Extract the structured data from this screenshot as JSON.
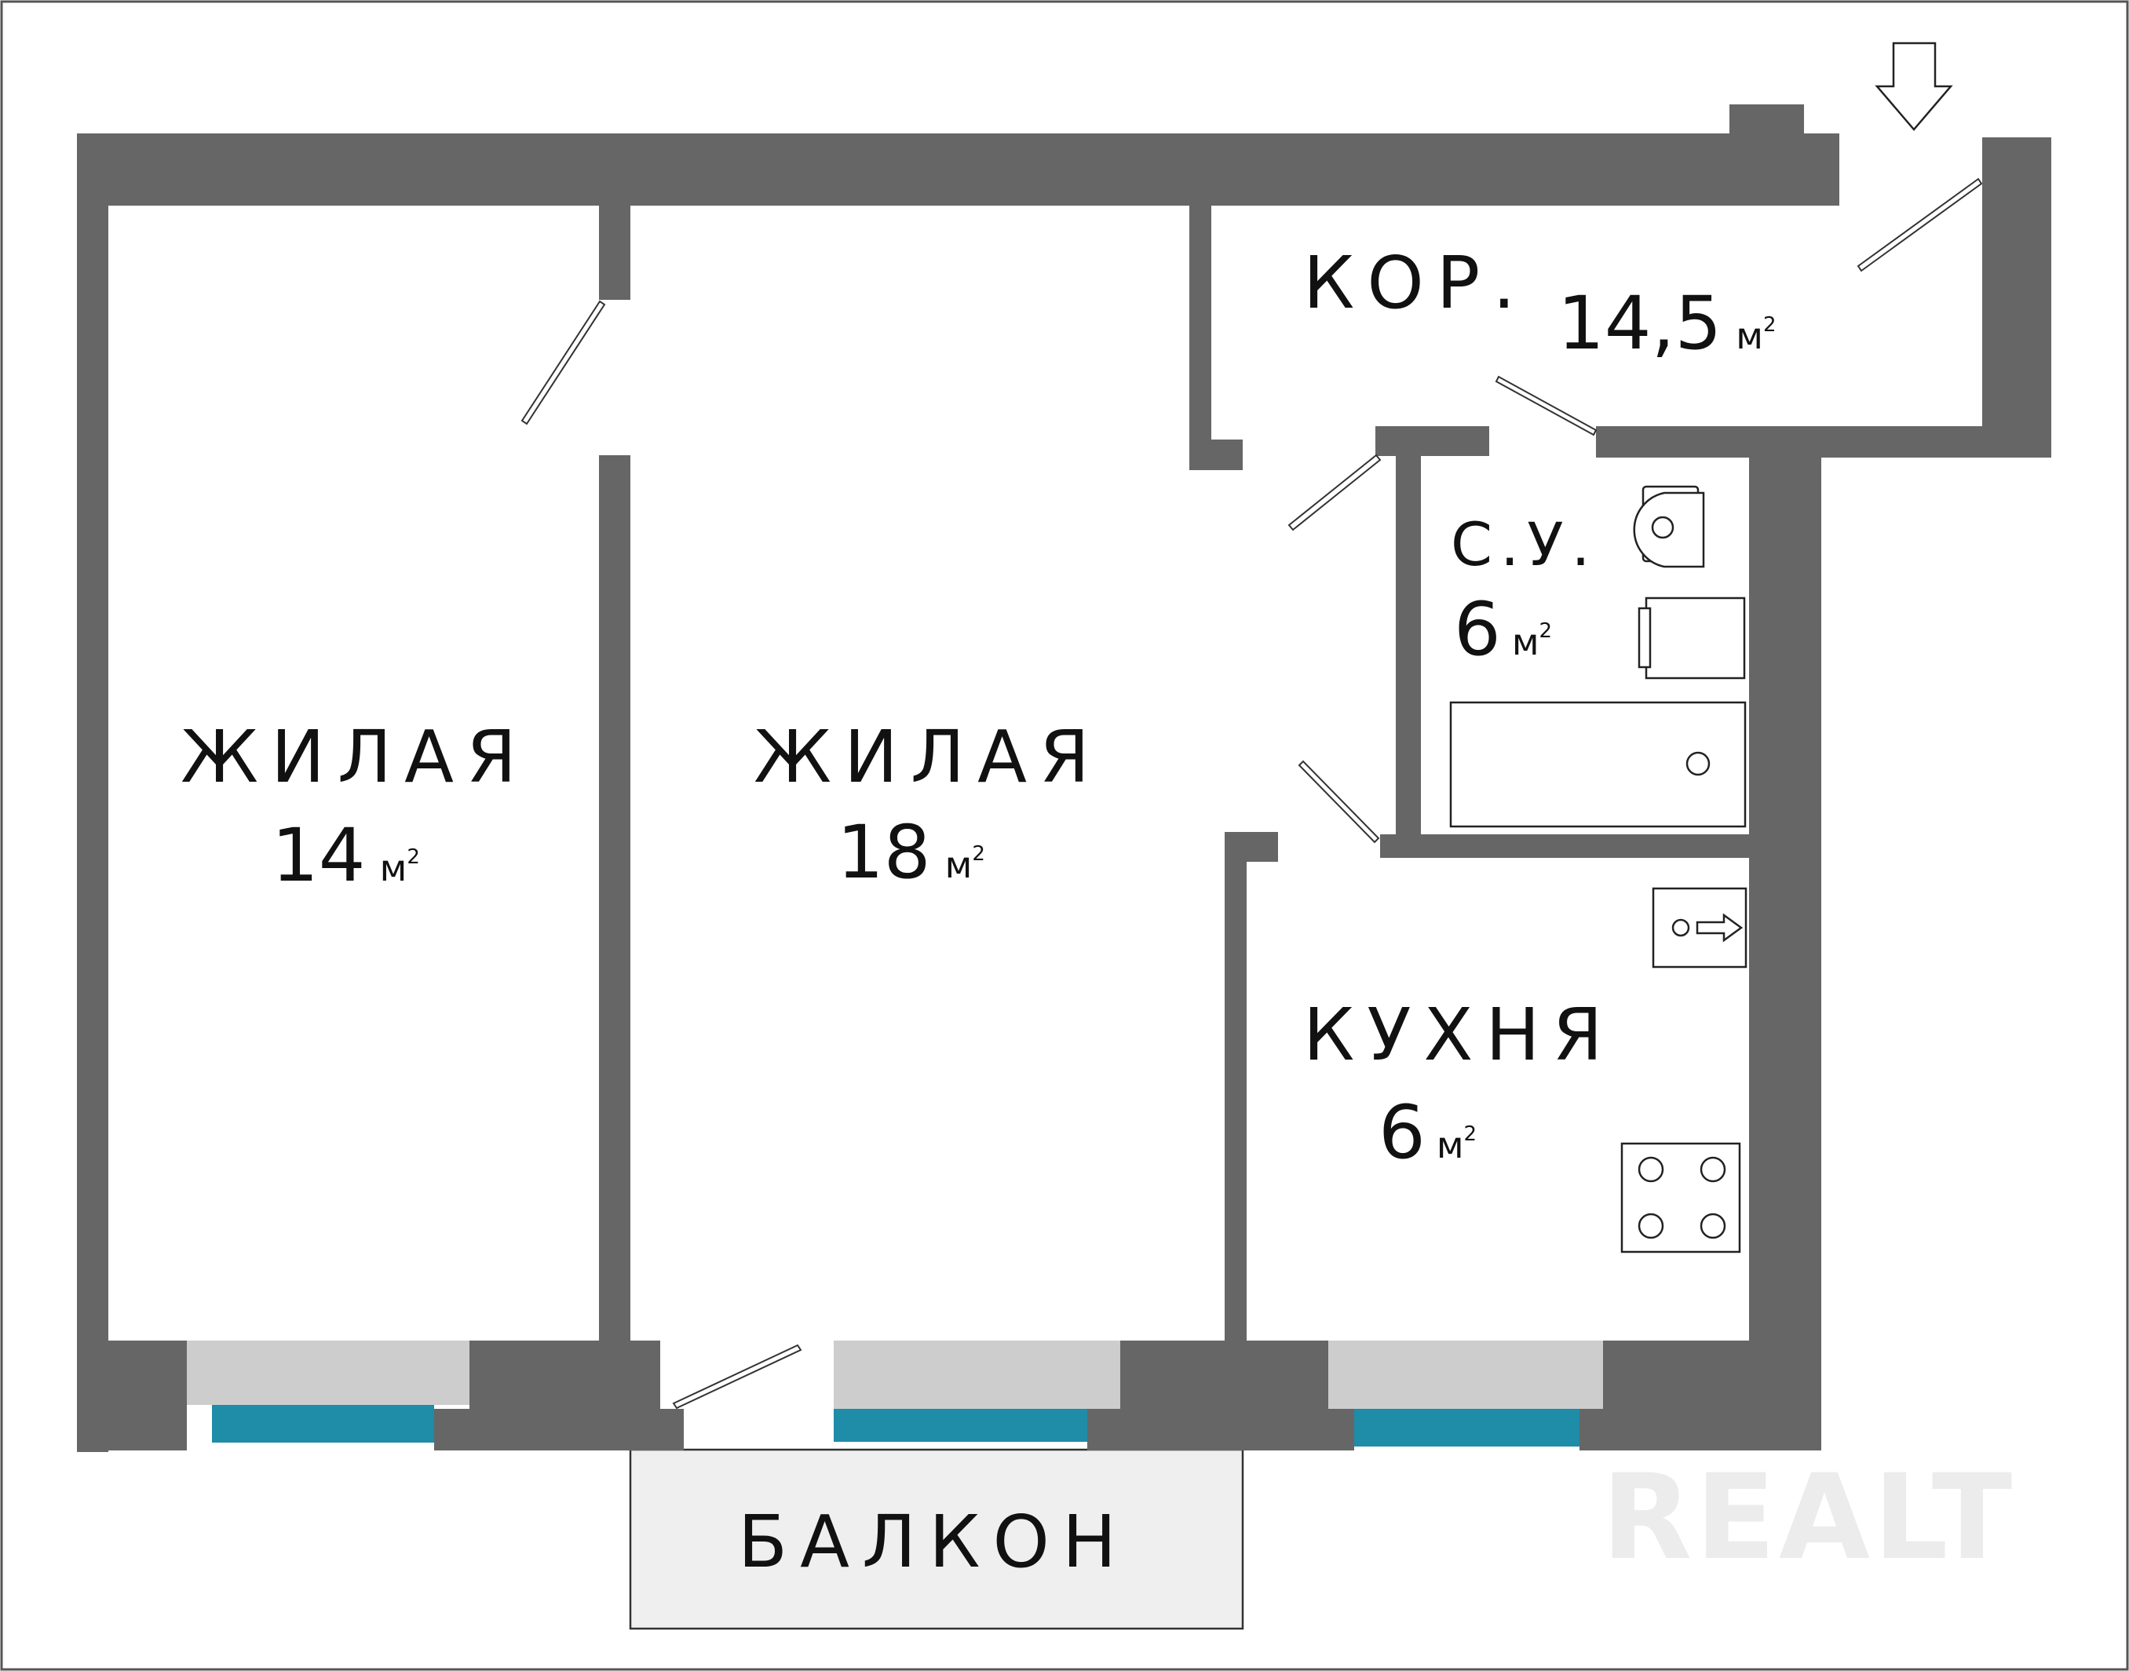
{
  "rooms": {
    "living_left": {
      "name": "ЖИЛАЯ",
      "area": "14",
      "unit": "м",
      "sup": "2"
    },
    "living_center": {
      "name": "ЖИЛАЯ",
      "area": "18",
      "unit": "м",
      "sup": "2"
    },
    "corridor": {
      "name": "КОР.",
      "area": "14,5",
      "unit": "м",
      "sup": "2"
    },
    "bathroom": {
      "name": "С.У.",
      "area": "6",
      "unit": "м",
      "sup": "2"
    },
    "kitchen": {
      "name": "КУХНЯ",
      "area": "6",
      "unit": "м",
      "sup": "2"
    },
    "balcony": {
      "name": "БАЛКОН"
    }
  },
  "watermark": "REALT",
  "colors": {
    "wall": "#666666",
    "window_sill": "#cdcdcd",
    "window_glass": "#1f8ca8",
    "balcony_fill": "#efefef",
    "background": "#ffffff"
  },
  "icons": [
    "entrance-arrow-icon",
    "toilet-icon",
    "washbasin-icon",
    "bathtub-icon",
    "vent-arrow-icon",
    "stove-icon"
  ]
}
